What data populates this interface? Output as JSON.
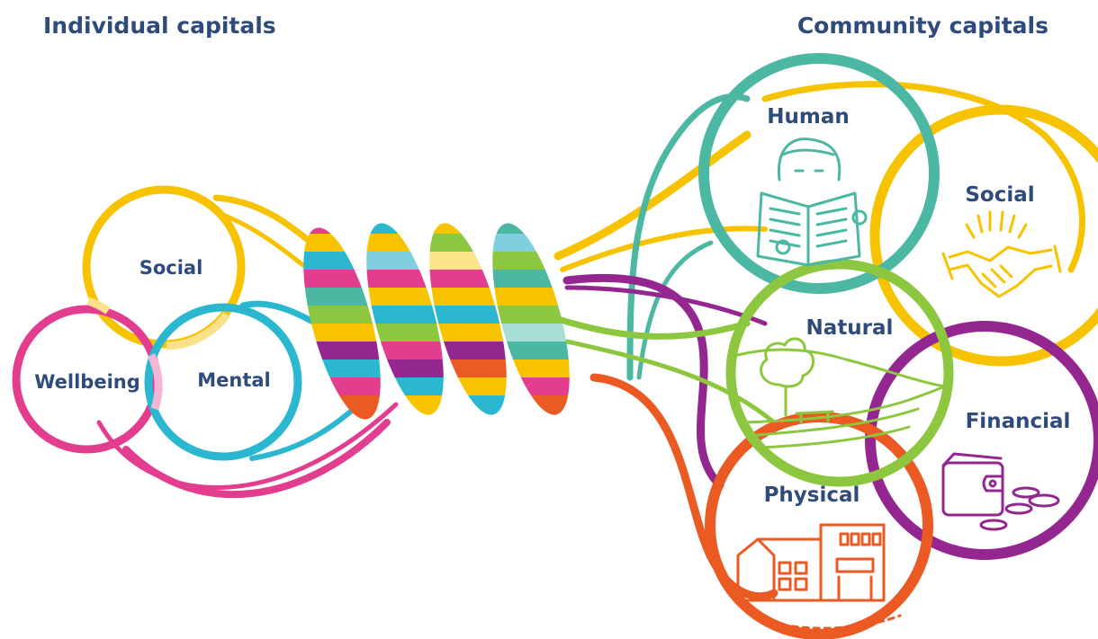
{
  "headings": {
    "individual": "Individual capitals",
    "community": "Community capitals"
  },
  "individual_capitals": {
    "social": "Social",
    "wellbeing": "Wellbeing",
    "mental": "Mental"
  },
  "community_capitals": {
    "human": "Human",
    "social": "Social",
    "natural": "Natural",
    "financial": "Financial",
    "physical": "Physical"
  },
  "colors": {
    "heading": "#2f4b7c",
    "yellow": "#f7c300",
    "pink": "#e23d8f",
    "cyan": "#2bb7d0",
    "teal": "#4cb8a4",
    "green": "#8dc63f",
    "purple": "#93278f",
    "orange": "#ec5a24"
  },
  "icons": {
    "human": "person-reading-newspaper-icon",
    "social": "handshake-icon",
    "natural": "tree-landscape-icon",
    "financial": "wallet-coins-icon",
    "physical": "buildings-icon"
  }
}
